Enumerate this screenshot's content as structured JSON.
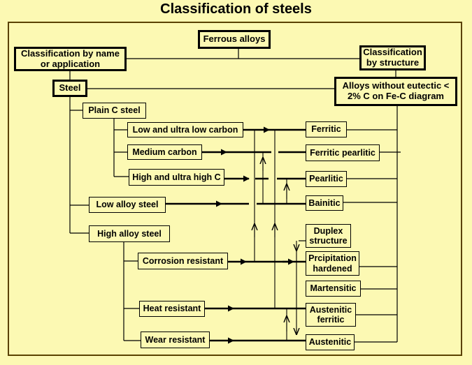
{
  "title": "Classification of steels",
  "top": {
    "ferrous": "Ferrous alloys",
    "by_name": "Classification by name or application",
    "by_structure": "Classification by structure",
    "steel": "Steel",
    "without_eutectic": "Alloys without eutectic < 2% C on Fe-C diagram"
  },
  "name_classes": {
    "plain_c": "Plain C steel",
    "low_c": "Low and ultra low carbon",
    "medium_c": "Medium carbon",
    "high_c": "High and ultra high C",
    "low_alloy": "Low alloy steel",
    "high_alloy": "High alloy steel",
    "corrosion": "Corrosion resistant",
    "heat": "Heat resistant",
    "wear": "Wear resistant"
  },
  "structures": {
    "ferritic": "Ferritic",
    "ferritic_pearlitic": "Ferritic pearlitic",
    "pearlitic": "Pearlitic",
    "bainitic": "Bainitic",
    "duplex": "Duplex structure",
    "precipitation": "Prcipitation hardened",
    "martensitic": "Martensitic",
    "austenitic_ferritic": "Austenitic ferritic",
    "austenitic": "Austenitic"
  }
}
